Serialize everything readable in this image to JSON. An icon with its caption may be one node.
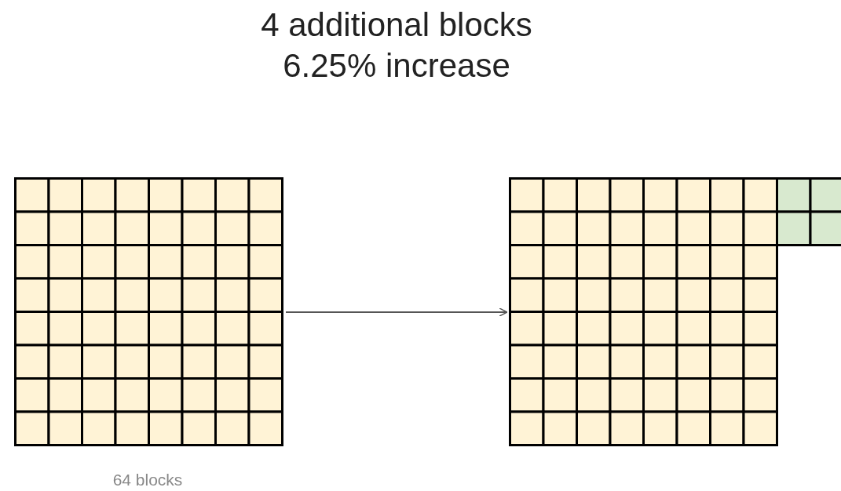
{
  "diagram": {
    "title": "4 additional blocks 6.25% increase",
    "nodes": [
      {
        "text": [],
        "shape": "box",
        "beside": [
          "64 blocks"
        ]
      },
      {
        "text": [],
        "shape": "box"
      }
    ],
    "edges": [
      {
        "from": 0,
        "to": 1,
        "arrow": "to",
        "color": "#555555"
      }
    ]
  }
}
